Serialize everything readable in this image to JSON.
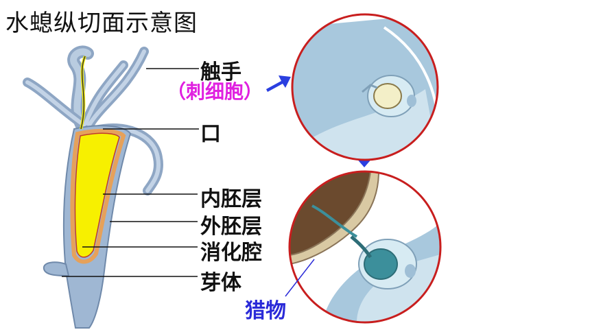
{
  "title": "水螅纵切面示意图",
  "labels": {
    "tentacle": "触手",
    "cnidocyte": "（刺细胞）",
    "mouth": "口",
    "endoderm": "内胚层",
    "ectoderm": "外胚层",
    "gastric_cavity": "消化腔",
    "bud": "芽体",
    "prey": "猎物"
  },
  "colors": {
    "cnidocyte_label": "#e020e0",
    "prey_label": "#2a2ad8",
    "arrow": "#2a3fe0",
    "circle_border": "#c81e1e",
    "body_fill": "#9fb7d3",
    "cavity_fill": "#f7f000",
    "prey_fill": "#7a5a3a",
    "cell_fill": "#cfe3ee"
  }
}
